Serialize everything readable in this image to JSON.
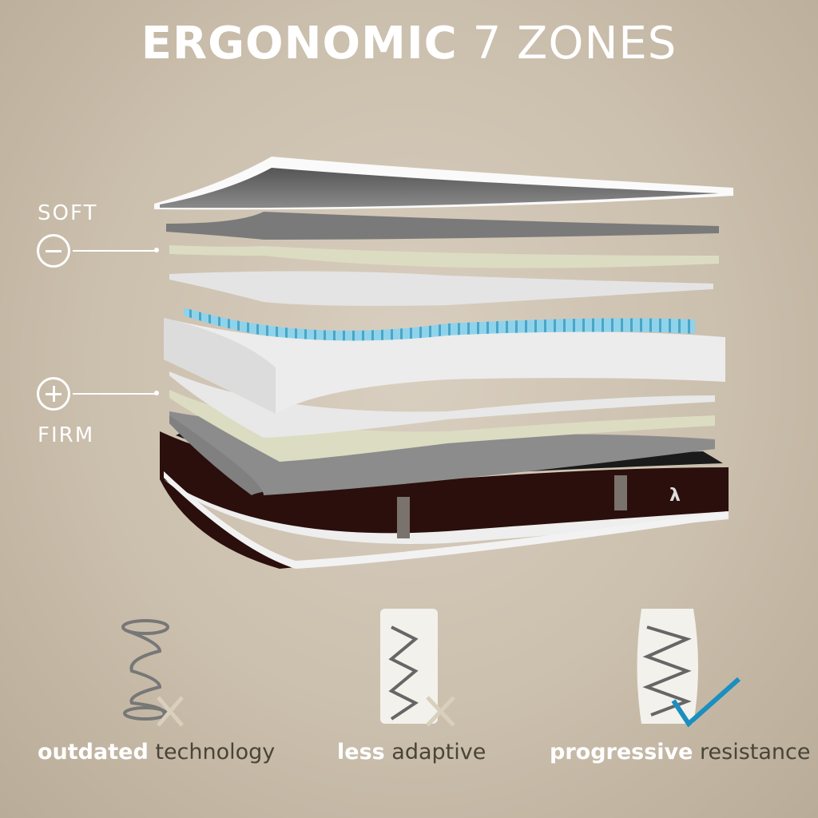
{
  "title": {
    "bold": "ERGONOMIC",
    "light": "7 ZONES"
  },
  "scale": {
    "soft_label": "SOFT",
    "firm_label": "FIRM",
    "soft_icon": "minus-circle-icon",
    "firm_icon": "plus-circle-icon"
  },
  "comparison": [
    {
      "bold": "outdated",
      "light": " technology",
      "mark": "cross-icon"
    },
    {
      "bold": "less",
      "light": " adaptive",
      "mark": "cross-icon"
    },
    {
      "bold": "progressive",
      "light": " resistance",
      "mark": "check-icon"
    }
  ],
  "colors": {
    "check": "#1a8fc0",
    "cross": "#d8d0bc",
    "base": "#2a0f0c"
  }
}
